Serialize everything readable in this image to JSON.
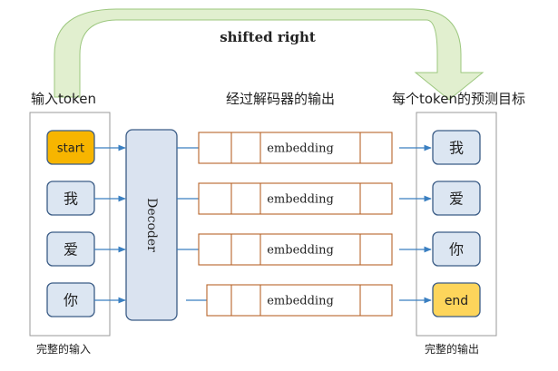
{
  "arrow_label": "shifted right",
  "headings": {
    "input": "输入token",
    "middle": "经过解码器的输出",
    "output": "每个token的预测目标"
  },
  "captions": {
    "input": "完整的输入",
    "output": "完整的输出"
  },
  "decoder_label": "Decoder",
  "inputs": [
    {
      "text": "start"
    },
    {
      "text": "我"
    },
    {
      "text": "爱"
    },
    {
      "text": "你"
    }
  ],
  "embedding_label": "embedding",
  "outputs": [
    {
      "text": "我"
    },
    {
      "text": "爱"
    },
    {
      "text": "你"
    },
    {
      "text": "end"
    }
  ],
  "colors": {
    "start_fill": "#f7b500",
    "end_fill": "#fdd55b",
    "token_fill": "#dce6f2",
    "token_border": "#3b5c86",
    "decoder_fill": "#dae3f0",
    "embed_border": "#b7652a",
    "arrow": "#3a7fc1",
    "shift_fill": "#e1efcf",
    "shift_border": "#9cc77e"
  }
}
